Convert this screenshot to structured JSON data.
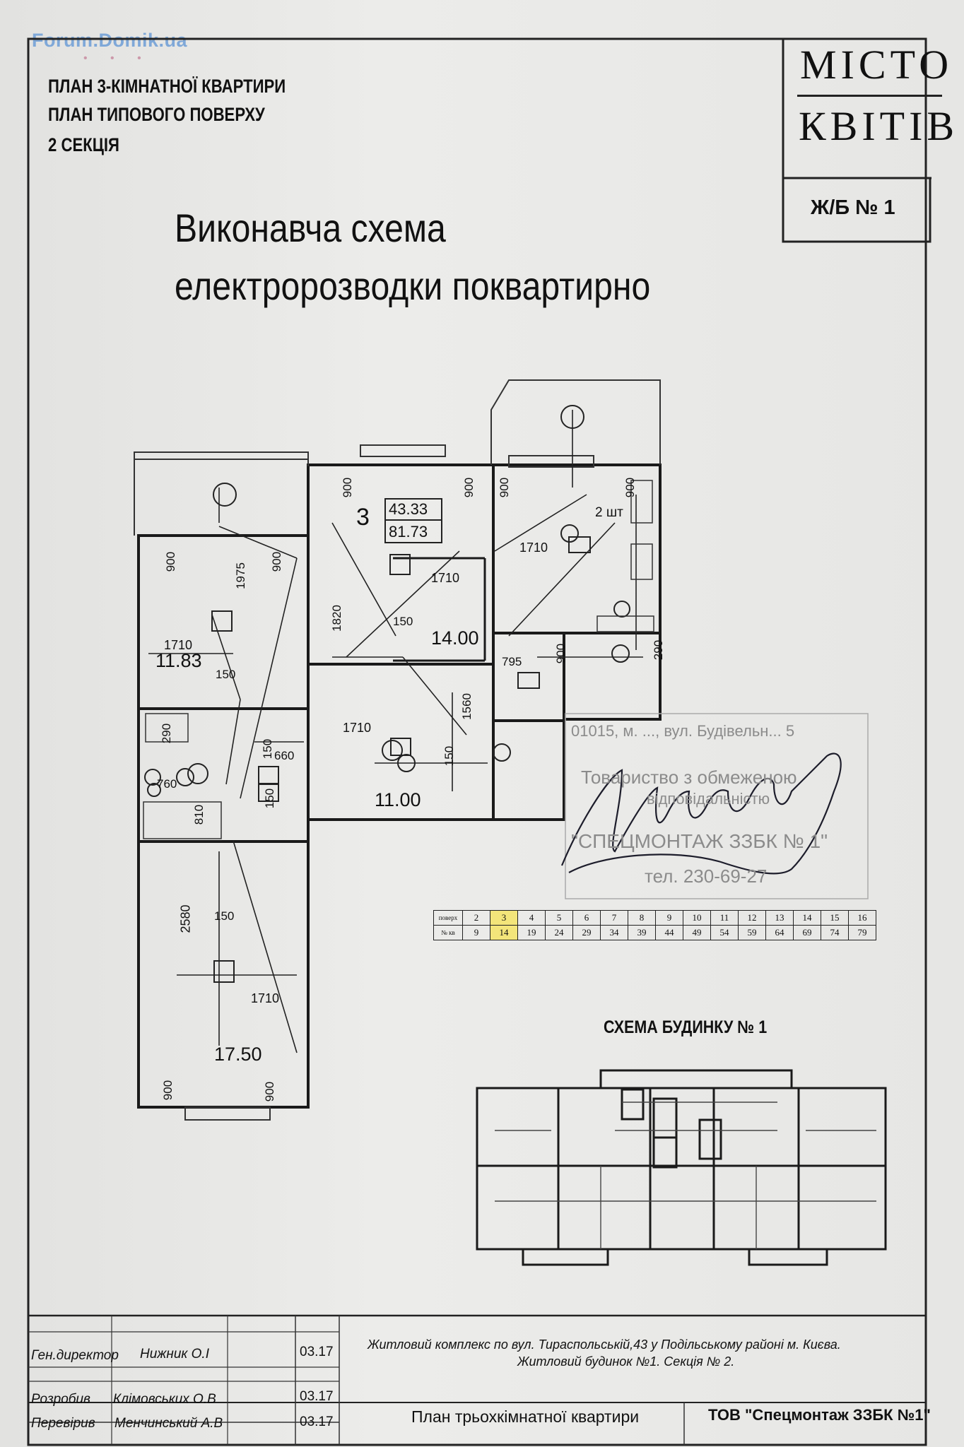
{
  "watermark": "Forum.Domik.ua",
  "header_lines": [
    "ПЛАН 3-КІМНАТНОЇ КВАРТИРИ",
    "ПЛАН ТИПОВОГО ПОВЕРХУ",
    "2 СЕКЦІЯ"
  ],
  "title_lines": [
    "Виконавча схема",
    "електророзводки поквартирно"
  ],
  "logo": {
    "line1": "МІСТО",
    "line2": "КВІТІВ"
  },
  "building_code": "Ж/Б № 1",
  "plan": {
    "apartment_number": "3",
    "living_area": "43.33",
    "total_area": "81.73",
    "rooms": [
      "11.83",
      "14.00",
      "11.00",
      "17.50"
    ],
    "dimensions": [
      "900",
      "1975",
      "900",
      "1710",
      "150",
      "900",
      "1820",
      "900",
      "1710",
      "150",
      "900",
      "1710",
      "795",
      "1560",
      "1710",
      "150",
      "660",
      "150",
      "150",
      "290",
      "760",
      "810",
      "2580",
      "150",
      "1710",
      "900",
      "900",
      "900",
      "290",
      "900"
    ],
    "note_2pcs": "2 шт"
  },
  "stamp": {
    "line1": "01015, м. ..., вул. Будівельн... 5",
    "line2": "Товариство з обмеженою",
    "line3": "відповідальністю",
    "line4": "\"СПЕЦМОНТАЖ ЗЗБК № 1\"",
    "phone": "тел. 230-69-27"
  },
  "floor_table": {
    "row1_label": "поверх",
    "row2_label": "№ кв",
    "floors": [
      "2",
      "3",
      "4",
      "5",
      "6",
      "7",
      "8",
      "9",
      "10",
      "11",
      "12",
      "13",
      "14",
      "15",
      "16"
    ],
    "apartments": [
      "9",
      "14",
      "19",
      "24",
      "29",
      "34",
      "39",
      "44",
      "49",
      "54",
      "59",
      "64",
      "69",
      "74",
      "79"
    ],
    "highlight_color": "#f3e57a"
  },
  "building_scheme_title": "СХЕМА БУДИНКУ № 1",
  "title_block": {
    "roles": [
      "Ген.директор",
      "Розробив",
      "Перевірив"
    ],
    "names": [
      "Нижник О.І",
      "Клімовських О.В",
      "Менчинський А.В"
    ],
    "dates": [
      "03.17",
      "03.17",
      "03.17"
    ],
    "project_line1": "Житловий комплекс по вул. Тираспольській,43 у Подільському районі м. Києва.",
    "project_line2": "Житловий будинок №1. Секція № 2.",
    "sheet_name": "План трьохкімнатної квартири",
    "company": "ТОВ \"Спецмонтаж ЗЗБК №1\""
  }
}
